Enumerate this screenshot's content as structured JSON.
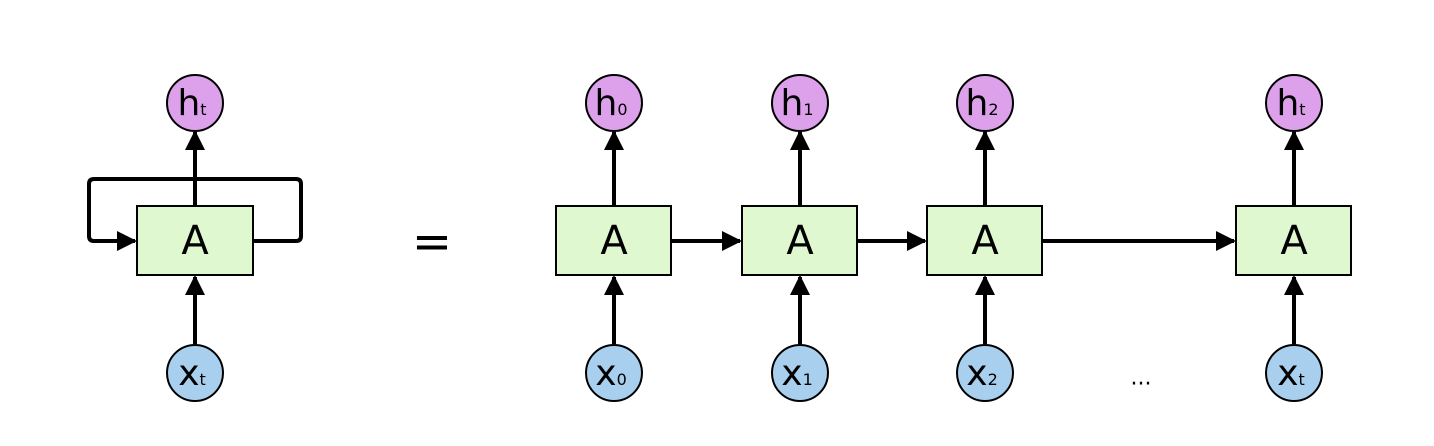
{
  "colors": {
    "hidden_fill": "#DDA0EB",
    "input_fill": "#A8D0EE",
    "cell_fill": "#E0F8D0",
    "stroke": "#000000",
    "background": "#FFFFFF"
  },
  "folded": {
    "cell_label": "A",
    "output": {
      "main": "h",
      "sub": "t"
    },
    "input": {
      "main": "x",
      "sub": "t"
    }
  },
  "equals_sign": "=",
  "ellipsis": "...",
  "unrolled": [
    {
      "cell_label": "A",
      "output": {
        "main": "h",
        "sub": "0"
      },
      "input": {
        "main": "x",
        "sub": "0"
      }
    },
    {
      "cell_label": "A",
      "output": {
        "main": "h",
        "sub": "1"
      },
      "input": {
        "main": "x",
        "sub": "1"
      }
    },
    {
      "cell_label": "A",
      "output": {
        "main": "h",
        "sub": "2"
      },
      "input": {
        "main": "x",
        "sub": "2"
      }
    },
    {
      "cell_label": "A",
      "output": {
        "main": "h",
        "sub": "t"
      },
      "input": {
        "main": "x",
        "sub": "t"
      }
    }
  ]
}
